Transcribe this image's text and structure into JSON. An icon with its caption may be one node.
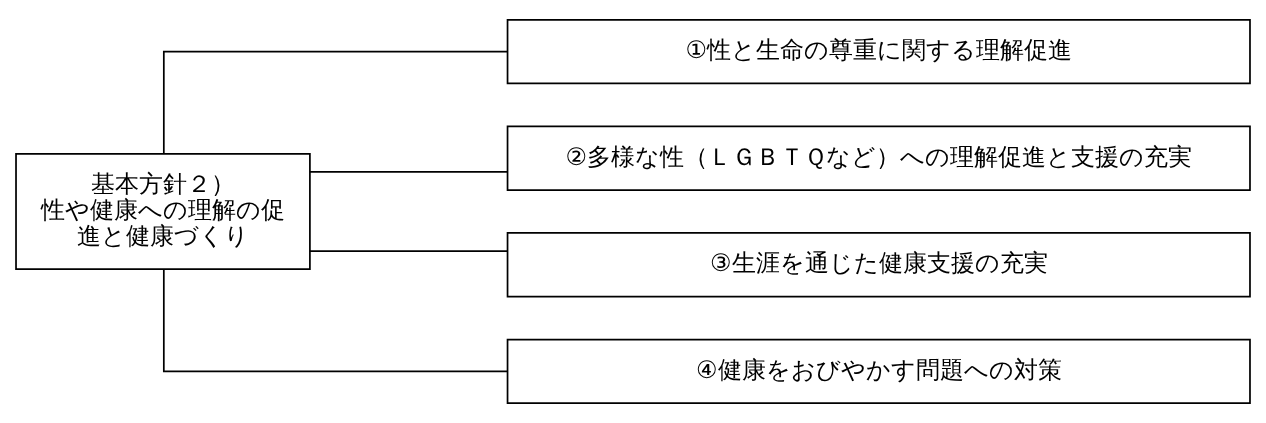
{
  "diagram": {
    "nodes": [
      {
        "text": [
          "基本方針２）",
          "性や健康への理解の促進と健康づくり"
        ]
      },
      {
        "text": [
          "①性と生命の尊重に関する理解促進"
        ]
      },
      {
        "text": [
          "②多様な性（ＬＧＢＴＱなど）への理解促進と支援の充実"
        ]
      },
      {
        "text": [
          "③生涯を通じた健康支援の充実"
        ]
      },
      {
        "text": [
          "④健康をおびやかす問題への対策"
        ]
      }
    ],
    "edges": [
      {
        "from": 0,
        "to": 1,
        "arrow": "none"
      },
      {
        "from": 0,
        "to": 2,
        "arrow": "none"
      },
      {
        "from": 0,
        "to": 3,
        "arrow": "none"
      },
      {
        "from": 0,
        "to": 4,
        "arrow": "none"
      }
    ]
  }
}
